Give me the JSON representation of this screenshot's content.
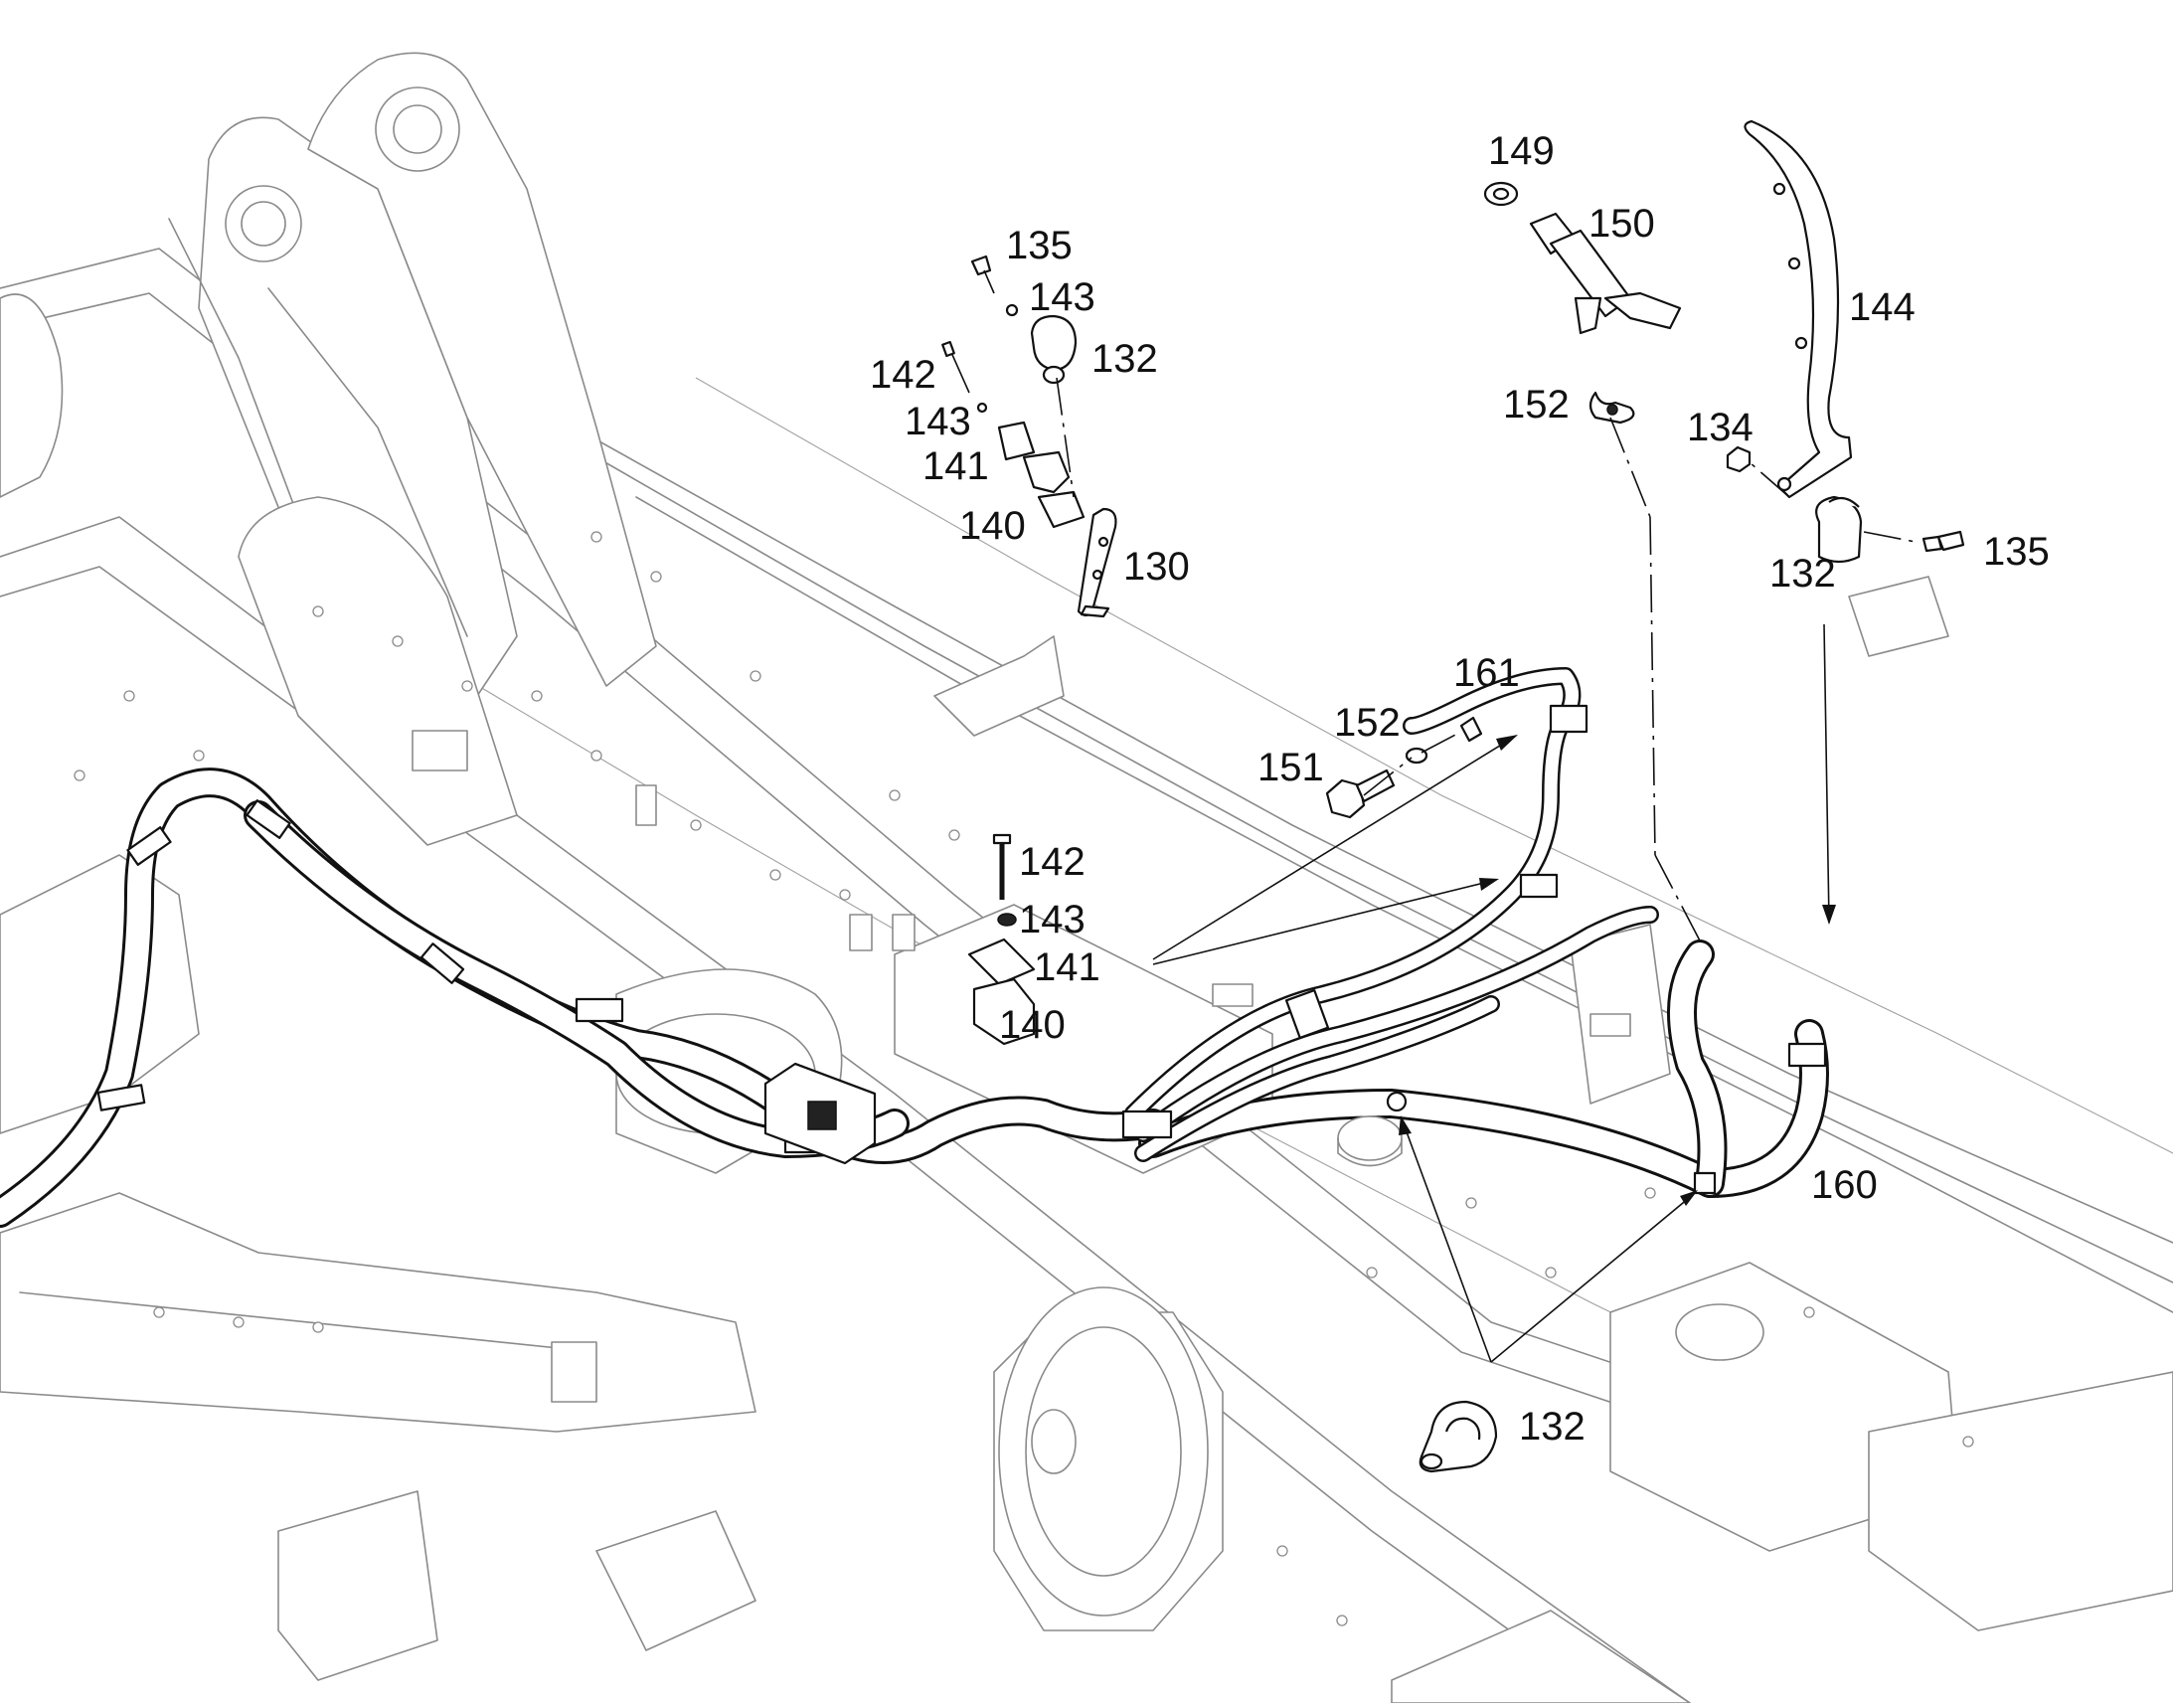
{
  "diagram": {
    "type": "exploded parts drawing",
    "callouts": [
      {
        "id": "c149",
        "label": "149"
      },
      {
        "id": "c150",
        "label": "150"
      },
      {
        "id": "c144",
        "label": "144"
      },
      {
        "id": "c135a",
        "label": "135"
      },
      {
        "id": "c143a",
        "label": "143"
      },
      {
        "id": "c132a",
        "label": "132"
      },
      {
        "id": "c142a",
        "label": "142"
      },
      {
        "id": "c143b",
        "label": "143"
      },
      {
        "id": "c141a",
        "label": "141"
      },
      {
        "id": "c140a",
        "label": "140"
      },
      {
        "id": "c130",
        "label": "130"
      },
      {
        "id": "c152a",
        "label": "152"
      },
      {
        "id": "c134",
        "label": "134"
      },
      {
        "id": "c135b",
        "label": "135"
      },
      {
        "id": "c132b",
        "label": "132"
      },
      {
        "id": "c161",
        "label": "161"
      },
      {
        "id": "c152b",
        "label": "152"
      },
      {
        "id": "c151",
        "label": "151"
      },
      {
        "id": "c142b",
        "label": "142"
      },
      {
        "id": "c143c",
        "label": "143"
      },
      {
        "id": "c141b",
        "label": "141"
      },
      {
        "id": "c140b",
        "label": "140"
      },
      {
        "id": "c160",
        "label": "160"
      },
      {
        "id": "c132c",
        "label": "132"
      }
    ]
  },
  "colors": {
    "line": "#111111",
    "frame": "#8a8a8a",
    "background": "#ffffff"
  }
}
